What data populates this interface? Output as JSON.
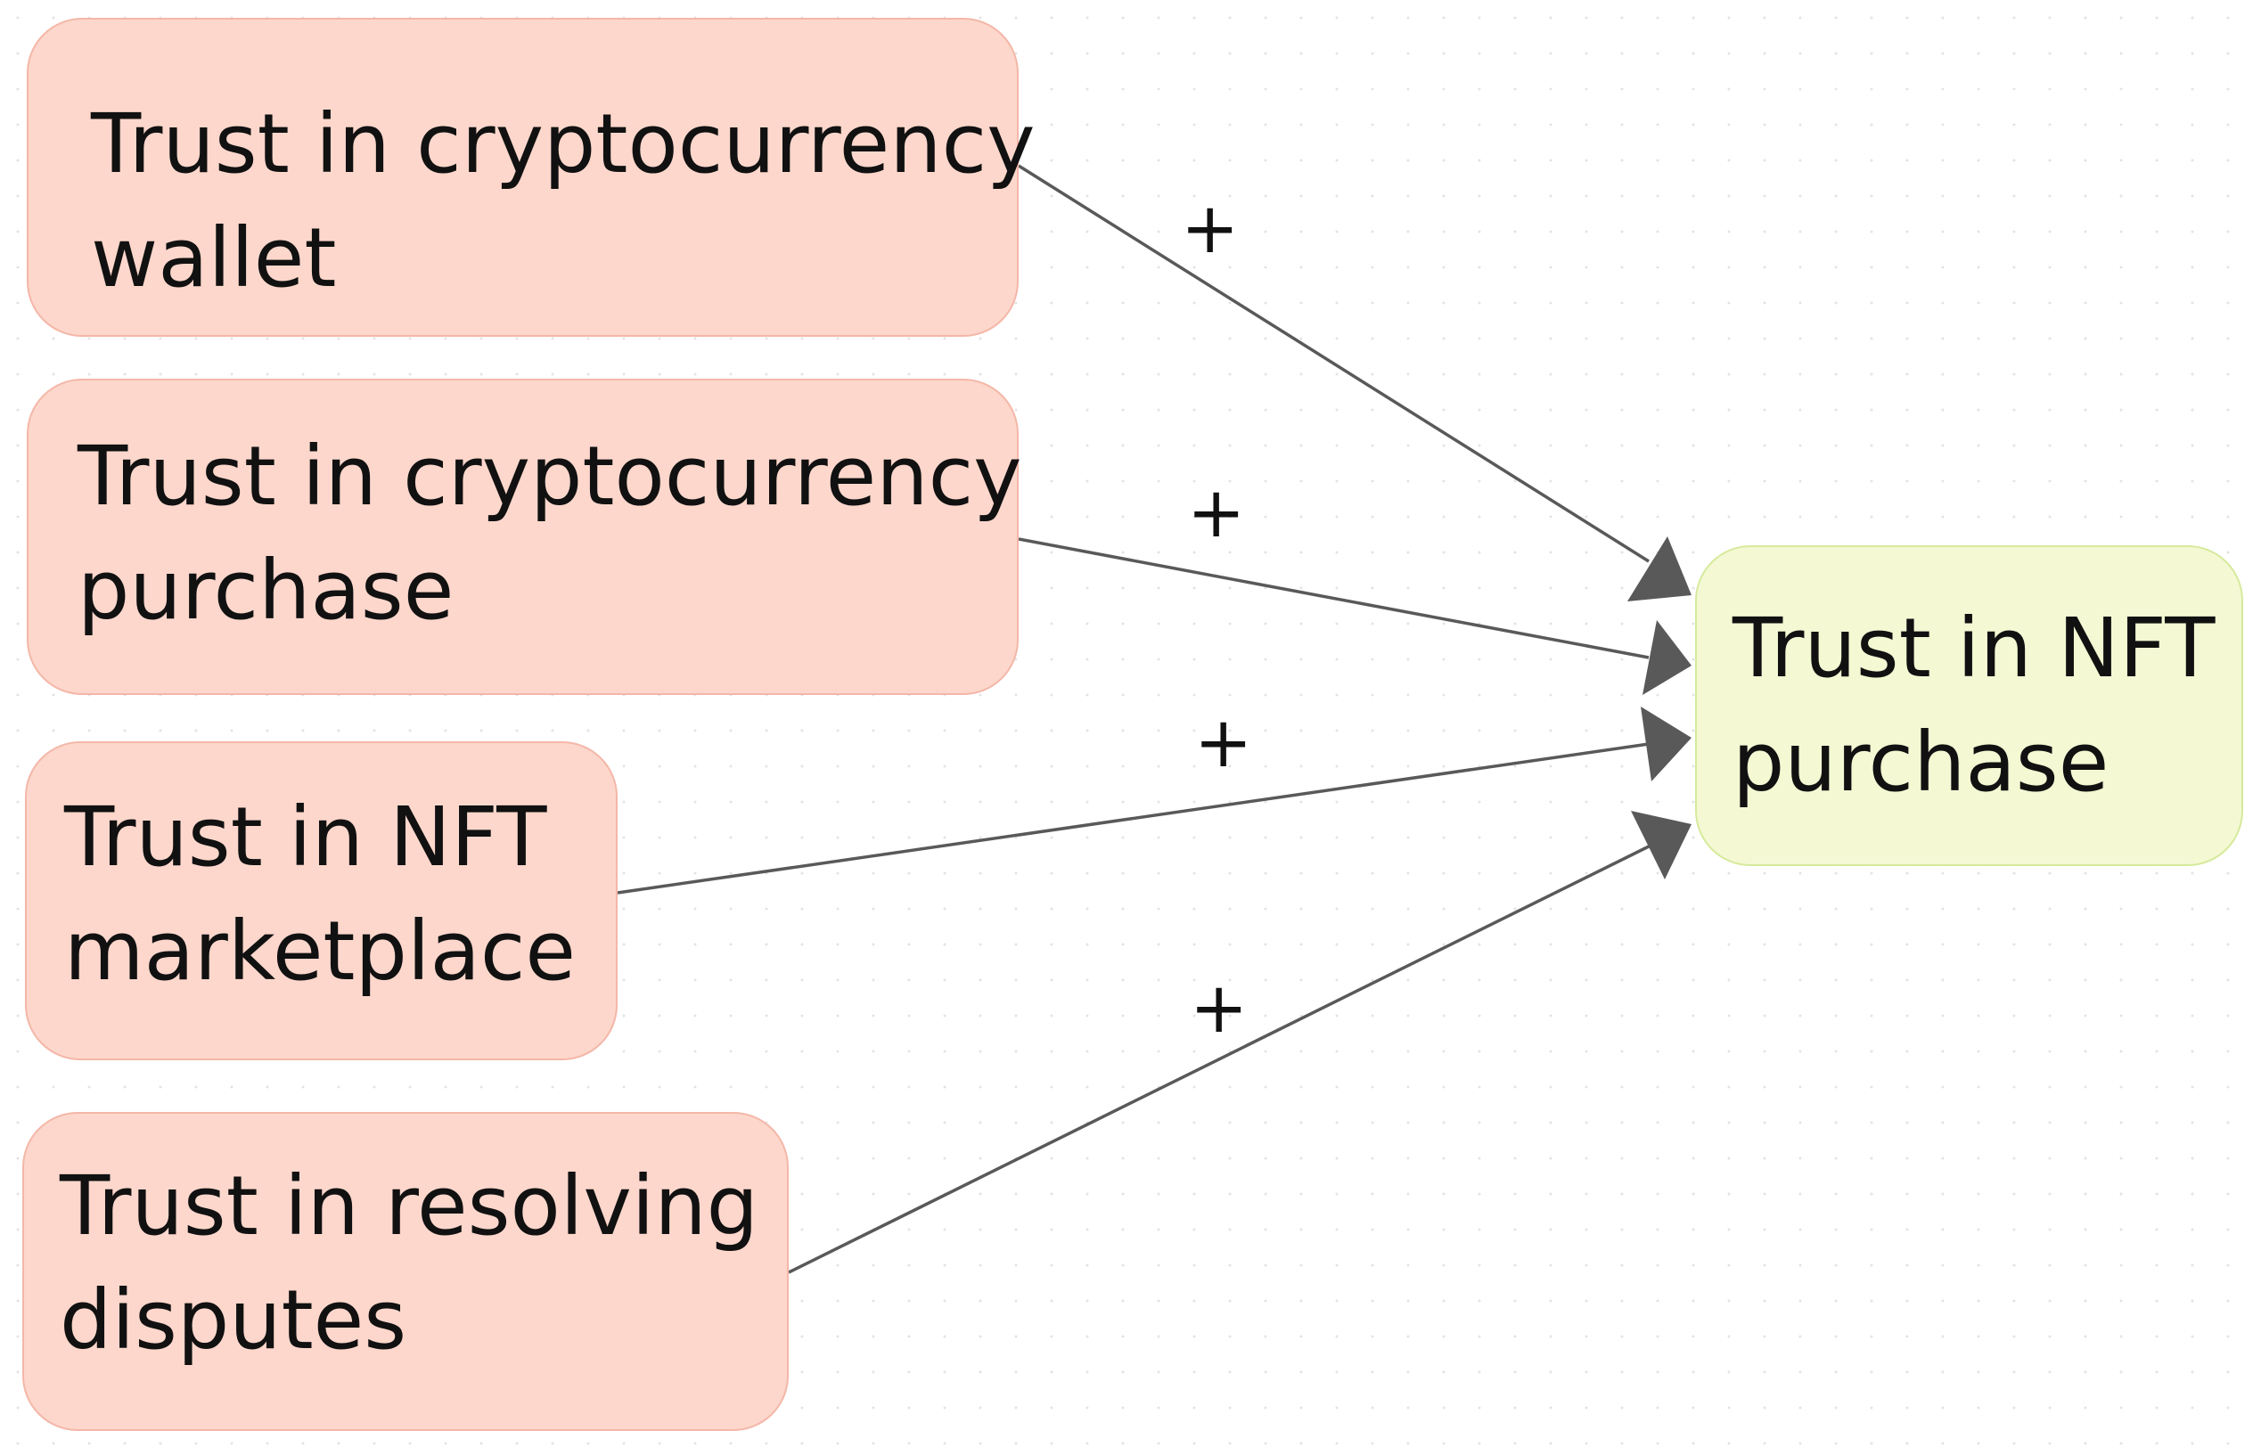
{
  "nodes": {
    "wallet": {
      "line1": "Trust in cryptocurrency",
      "line2": "wallet"
    },
    "crypto_purchase": {
      "line1": "Trust in cryptocurrency",
      "line2": "purchase"
    },
    "marketplace": {
      "line1": "Trust in NFT",
      "line2": "marketplace"
    },
    "disputes": {
      "line1": "Trust in resolving",
      "line2": "disputes"
    },
    "nft_purchase": {
      "line1": "Trust in NFT",
      "line2": "purchase"
    }
  },
  "edges": [
    {
      "from": "wallet",
      "to": "nft_purchase",
      "sign": "+"
    },
    {
      "from": "crypto_purchase",
      "to": "nft_purchase",
      "sign": "+"
    },
    {
      "from": "marketplace",
      "to": "nft_purchase",
      "sign": "+"
    },
    {
      "from": "disputes",
      "to": "nft_purchase",
      "sign": "+"
    }
  ],
  "colors": {
    "source_fill": "#fdd7cc",
    "source_border": "#f4b7a8",
    "target_fill": "#f4f8d3",
    "target_border": "#d6ea9c",
    "arrow": "#595959"
  }
}
